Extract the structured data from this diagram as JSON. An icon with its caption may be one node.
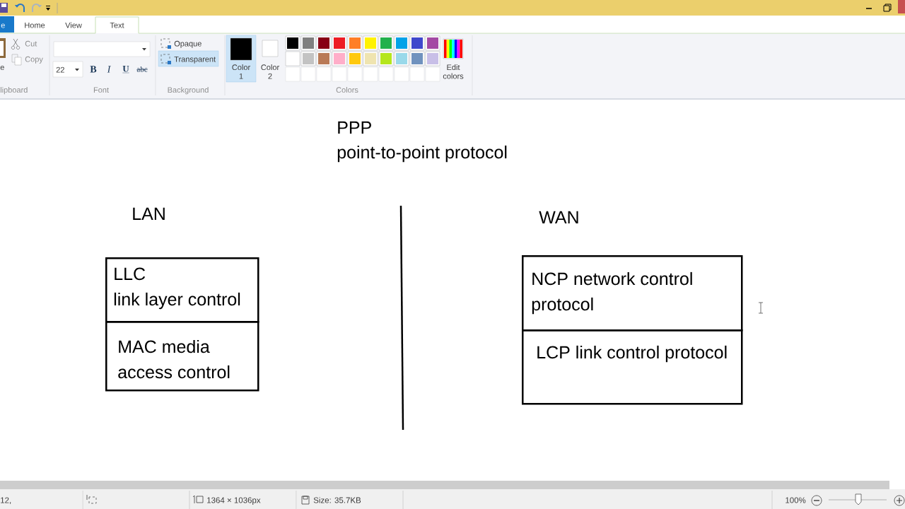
{
  "diagram": {
    "nodes": [
      {
        "text": [
          "LLC",
          "link layer control"
        ]
      },
      {
        "text": [
          "MAC media access control"
        ]
      },
      {
        "text": [
          "NCP network control protocol"
        ]
      },
      {
        "text": [
          "LCP link control protocol"
        ]
      }
    ],
    "labels": [
      "e",
      "Home",
      "View",
      "Text",
      "e",
      "Cut",
      "Copy",
      "22",
      "B",
      "I",
      "U",
      "abc",
      "Opaque",
      "Transparent",
      "Color 1",
      "Color 2",
      "Edit colors",
      "lipboard",
      "Font",
      "Background",
      "Colors",
      "PPP",
      "point-to-point protocol",
      "LAN",
      "WAN",
      "12,",
      "1364 × 1036px",
      "Size: 35.7KB",
      "100%"
    ]
  }
}
